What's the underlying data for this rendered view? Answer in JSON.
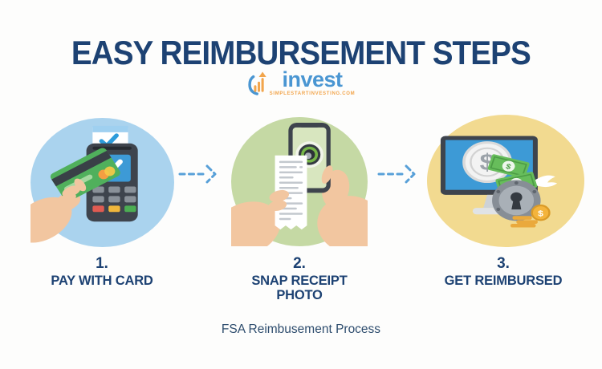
{
  "title": "EASY REIMBURSEMENT STEPS",
  "logo": {
    "name": "invest",
    "tagline": "SIMPLESTARTINVESTING.COM"
  },
  "steps": [
    {
      "number": "1.",
      "label": "PAY WITH CARD",
      "icon": "card-payment-terminal",
      "circle_color": "#aad3ee"
    },
    {
      "number": "2.",
      "label": "SNAP RECEIPT PHOTO",
      "icon": "phone-snapping-receipt",
      "circle_color": "#c5d9a4"
    },
    {
      "number": "3.",
      "label": "GET REIMBURSED",
      "icon": "computer-money-vault",
      "circle_color": "#f2da90"
    }
  ],
  "footer": "FSA Reimbusement Process",
  "icons": {
    "dollar": "$"
  },
  "colors": {
    "title_text": "#1d4273",
    "step_text": "#1d4273",
    "footer_text": "#2e4d6e",
    "arrow": "#58a0d8",
    "logo_blue": "#4a96d2",
    "logo_orange": "#f2a54c",
    "background": "#fdfdfc"
  }
}
